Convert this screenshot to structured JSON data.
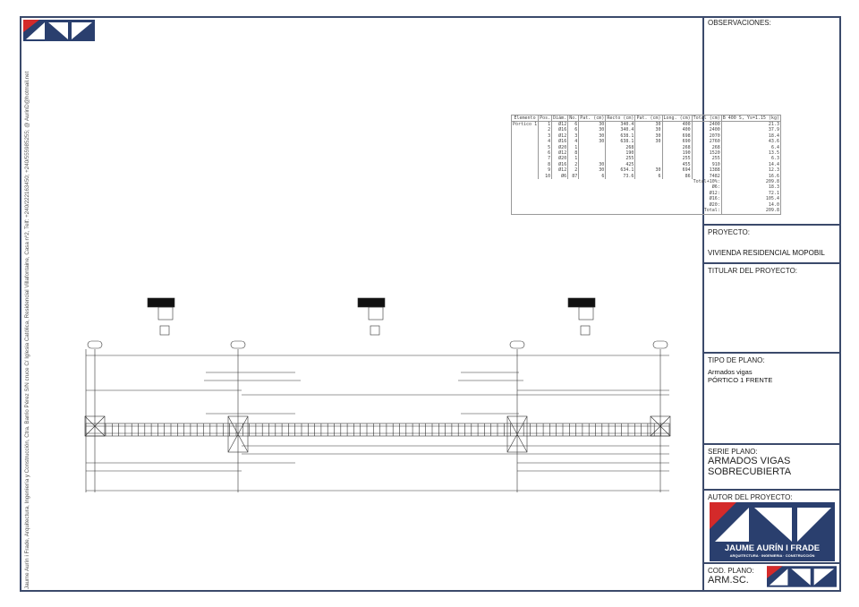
{
  "side_text": "Jaume Aurín i Frade, Arquitectura, Ingeniería y Construcción, Ctra. Barrio Pérez S/N cruce C/ Iglesia Católica, Residencial Villafontaine, Casa nº2, Telf: +240/222163450; +240/555985255; @ AurinD@hotmail.net",
  "title_block": {
    "observaciones_label": "OBSERVACIONES:",
    "proyecto_label": "PROYECTO:",
    "proyecto_value": "VIVIENDA RESIDENCIAL MOPOBIL",
    "titular_label": "TITULAR DEL PROYECTO:",
    "tipo_label": "TIPO DE PLANO:",
    "tipo_value_1": "Armados vigas",
    "tipo_value_2": "PÓRTICO 1 FRENTE",
    "serie_label": "SERIE PLANO:",
    "serie_value_1": "ARMADOS VIGAS",
    "serie_value_2": "SOBRECUBIERTA",
    "autor_label": "AUTOR DEL PROYECTO:",
    "autor_name": "JAUME AURÍN I FRADE",
    "autor_sub": "ARQUITECTURA · INGENIERIA · CONSTRUCCIÓN",
    "cod_label": "COD. PLANO:",
    "cod_value": "ARM.SC."
  },
  "bar_table": {
    "headers": [
      "Elemento",
      "Pos.",
      "Diám.",
      "No.",
      "Pat. (cm)",
      "Recto (cm)",
      "Pat. (cm)",
      "Long. (cm)",
      "Total (cm)",
      "B 400 S, Ys=1.15 (kg)"
    ],
    "element": "Pórtico 1",
    "rows": [
      [
        "1",
        "Ø12",
        "6",
        "30",
        "340.4",
        "30",
        "400",
        "2400",
        "21.3"
      ],
      [
        "2",
        "Ø16",
        "6",
        "30",
        "340.4",
        "30",
        "400",
        "2400",
        "37.9"
      ],
      [
        "3",
        "Ø12",
        "3",
        "30",
        "638.1",
        "30",
        "698",
        "2070",
        "18.4"
      ],
      [
        "4",
        "Ø16",
        "4",
        "30",
        "638.1",
        "30",
        "690",
        "2760",
        "43.6"
      ],
      [
        "5",
        "Ø20",
        "1",
        "",
        "268",
        "",
        "268",
        "268",
        "6.4"
      ],
      [
        "6",
        "Ø12",
        "8",
        "",
        "190",
        "",
        "190",
        "1520",
        "13.5"
      ],
      [
        "7",
        "Ø20",
        "1",
        "",
        "255",
        "",
        "255",
        "255",
        "6.3"
      ],
      [
        "8",
        "Ø16",
        "2",
        "30",
        "425",
        "",
        "455",
        "910",
        "14.4"
      ],
      [
        "9",
        "Ø12",
        "2",
        "30",
        "634.1",
        "30",
        "694",
        "1388",
        "12.3"
      ],
      [
        "10",
        "Ø6",
        "87",
        "6",
        "73.6",
        "6",
        "86",
        "7482",
        "16.6"
      ]
    ],
    "total_label": "Total+10%:",
    "total_value": "209.8",
    "summary": [
      [
        "Ø6:",
        "18.3"
      ],
      [
        "Ø12:",
        "72.1"
      ],
      [
        "Ø16:",
        "105.4"
      ],
      [
        "Ø20:",
        "14.0"
      ],
      [
        "Total:",
        "209.8"
      ]
    ]
  },
  "colors": {
    "frame": "#3b4a6b",
    "brand_blue": "#2a3f6e",
    "brand_red": "#d42a2a"
  }
}
